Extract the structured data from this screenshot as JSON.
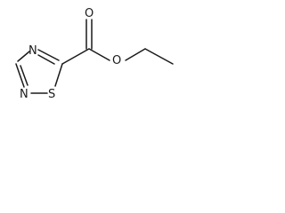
{
  "molecule": {
    "atoms": {
      "ring_n_top": "N",
      "ring_n_bottom": "N",
      "ring_s": "S",
      "carbonyl_o": "O",
      "ester_o": "O"
    }
  }
}
